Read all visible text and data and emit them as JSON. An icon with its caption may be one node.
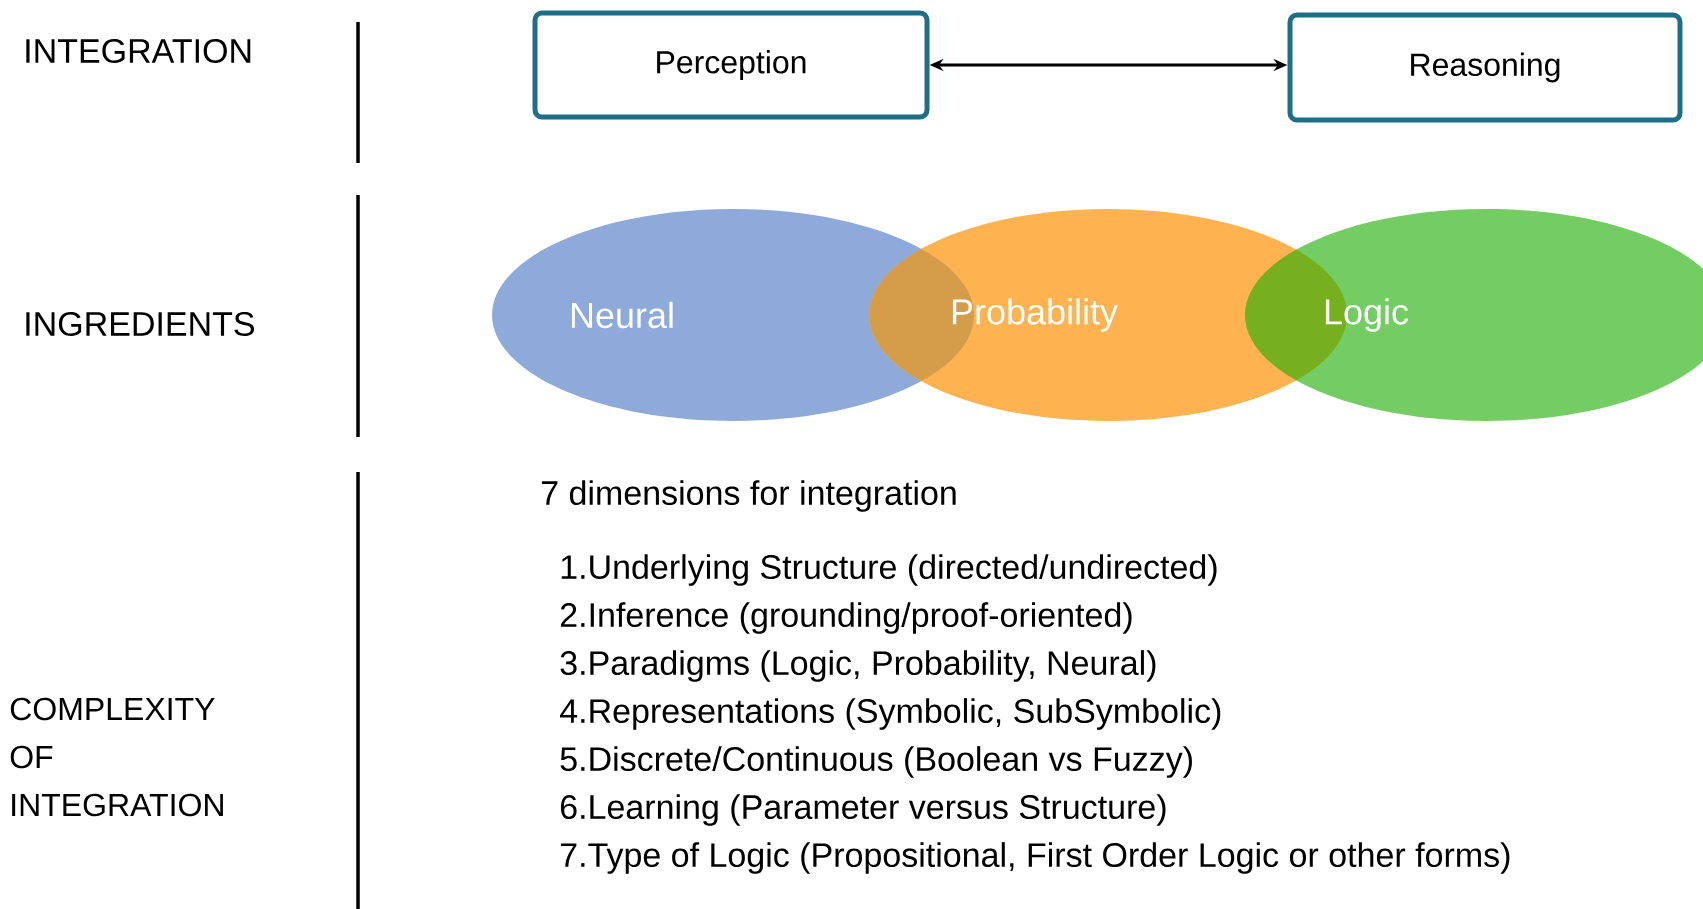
{
  "diagram": {
    "nodes": [
      {
        "text": [
          "Perception"
        ]
      },
      {
        "text": [
          "Reasoning"
        ]
      },
      {
        "text": [
          "Neural"
        ]
      },
      {
        "text": [
          "Probability"
        ]
      },
      {
        "text": [
          "Logic"
        ]
      }
    ],
    "edges": [
      {
        "from": 0,
        "to": 1,
        "arrow": "both"
      }
    ],
    "labels": [
      "INTEGRATION",
      "INGREDIENTS",
      "7 dimensions for integration",
      "1.Underlying Structure (directed/undirected)",
      "2.Inference (grounding/proof-oriented)",
      "3.Paradigms (Logic, Probability, Neural)",
      "4.Representations (Symbolic, SubSymbolic)",
      "5.Discrete/Continuous (Boolean vs Fuzzy)",
      "6.Learning (Parameter versus Structure)",
      "7.Type of Logic (Propositional, First Order Logic or other forms)",
      "COMPLEXITY OF INTEGRATION"
    ]
  }
}
